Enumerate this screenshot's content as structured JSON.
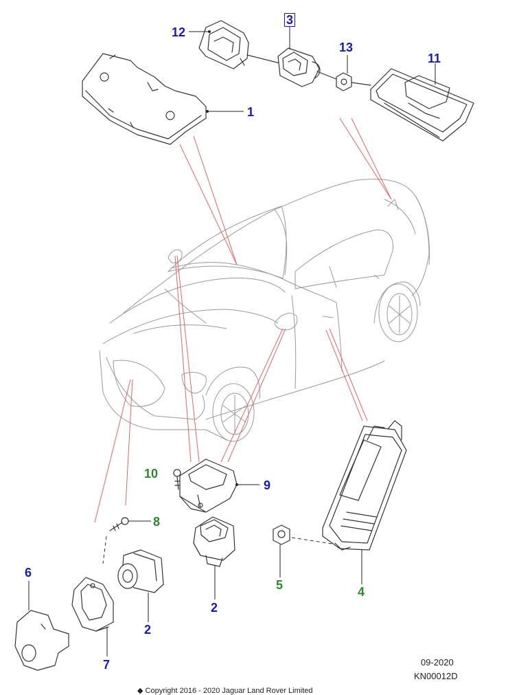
{
  "diagram": {
    "callouts": [
      {
        "id": "c12",
        "text": "12",
        "color": "#1a1aa8",
        "boxed": false
      },
      {
        "id": "c3",
        "text": "3",
        "color": "#1a1aa8",
        "boxed": true
      },
      {
        "id": "c13",
        "text": "13",
        "color": "#1a1aa8",
        "boxed": false
      },
      {
        "id": "c11",
        "text": "11",
        "color": "#1a1aa8",
        "boxed": false
      },
      {
        "id": "c1",
        "text": "1",
        "color": "#1a1aa8",
        "boxed": false
      },
      {
        "id": "c10",
        "text": "10",
        "color": "#2a8a2a",
        "boxed": false
      },
      {
        "id": "c9",
        "text": "9",
        "color": "#1a1aa8",
        "boxed": false
      },
      {
        "id": "c8",
        "text": "8",
        "color": "#2a8a2a",
        "boxed": false
      },
      {
        "id": "c6",
        "text": "6",
        "color": "#1a1aa8",
        "boxed": false
      },
      {
        "id": "c2a",
        "text": "2",
        "color": "#1a1aa8",
        "boxed": false
      },
      {
        "id": "c2b",
        "text": "2",
        "color": "#1a1aa8",
        "boxed": false
      },
      {
        "id": "c7",
        "text": "7",
        "color": "#1a1aa8",
        "boxed": false
      },
      {
        "id": "c5",
        "text": "5",
        "color": "#2a8a2a",
        "boxed": false
      },
      {
        "id": "c4",
        "text": "4",
        "color": "#2a8a2a",
        "boxed": false
      }
    ],
    "date_code": "09-2020",
    "illustration_code": "KN00012D",
    "copyright": "◆ Copyright 2016 - 2020 Jaguar Land Rover Limited"
  },
  "colors": {
    "callout_blue": "#1a1aa8",
    "callout_green": "#2a8a2a",
    "pointer_red": "#d66666",
    "line_art": "#333333"
  }
}
